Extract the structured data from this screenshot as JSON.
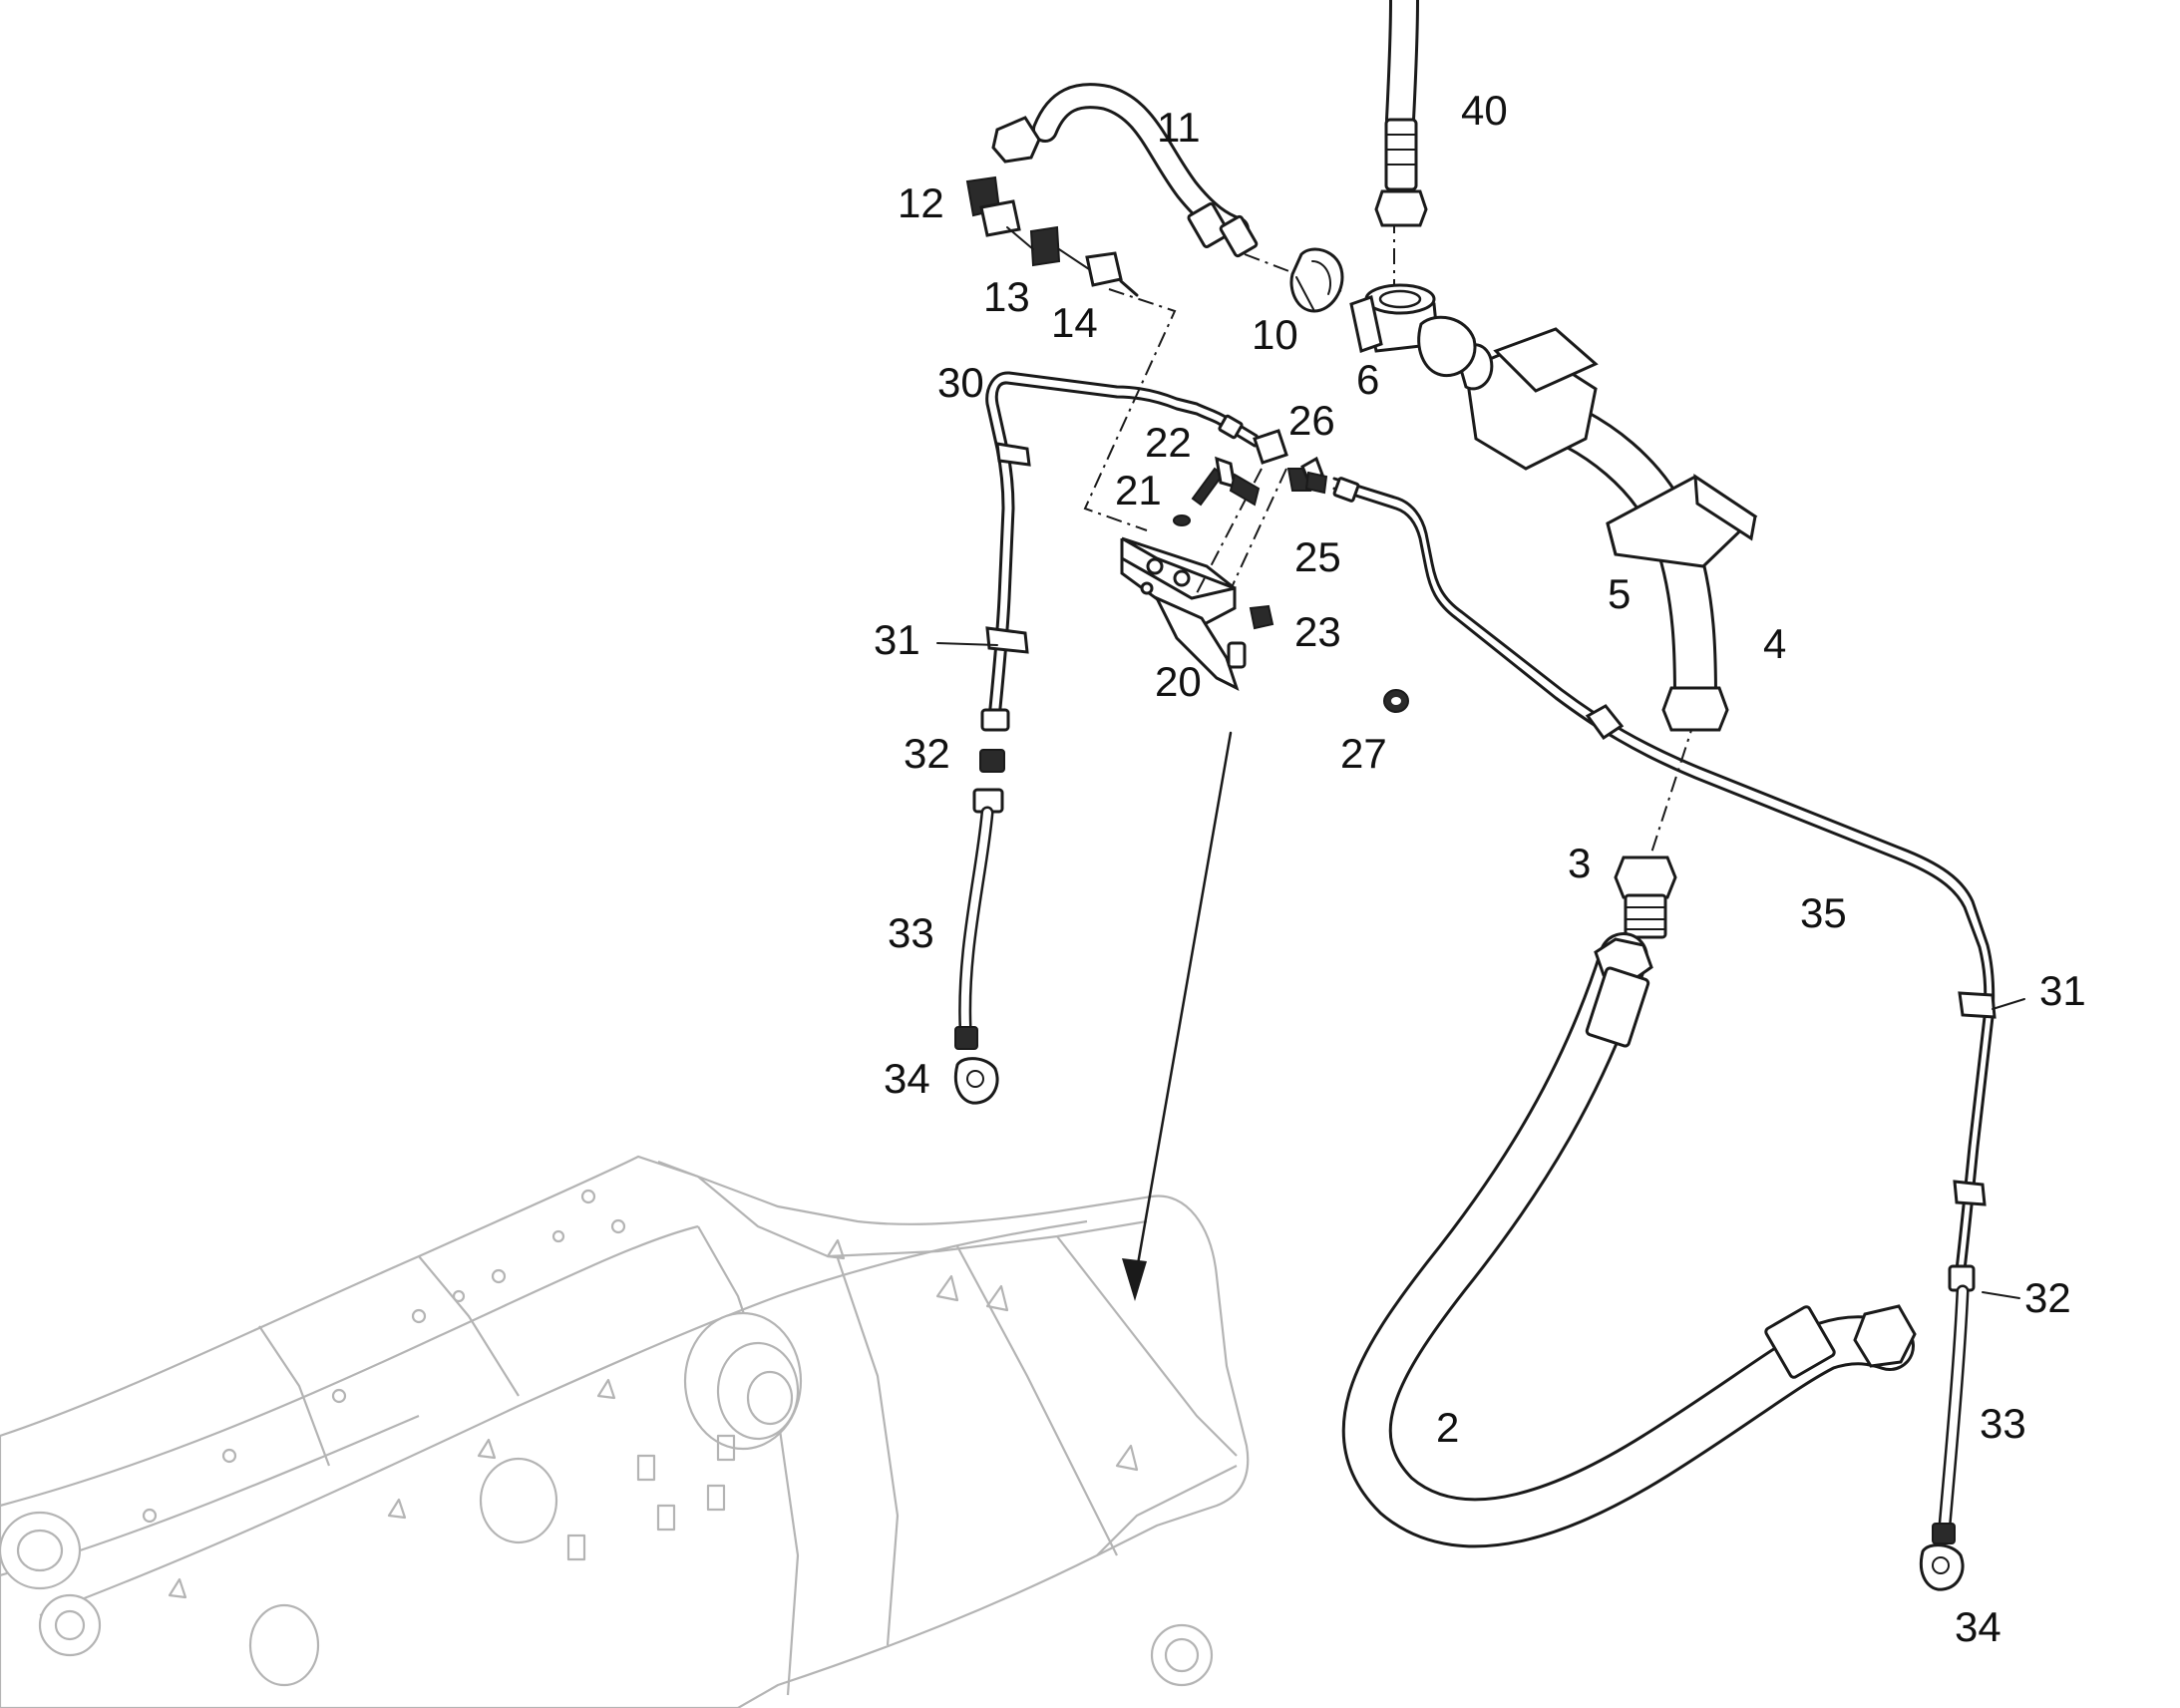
{
  "diagram": {
    "labels": {
      "p2": "2",
      "p3": "3",
      "p4": "4",
      "p5": "5",
      "p6": "6",
      "p10": "10",
      "p11": "11",
      "p12": "12",
      "p13": "13",
      "p14": "14",
      "p20": "20",
      "p21": "21",
      "p22": "22",
      "p23": "23",
      "p25": "25",
      "p26": "26",
      "p27": "27",
      "p30": "30",
      "p31_left": "31",
      "p31_right": "31",
      "p32_left": "32",
      "p32_right": "32",
      "p33_left": "33",
      "p33_right": "33",
      "p34_left": "34",
      "p34_right": "34",
      "p35": "35",
      "p40": "40"
    }
  }
}
